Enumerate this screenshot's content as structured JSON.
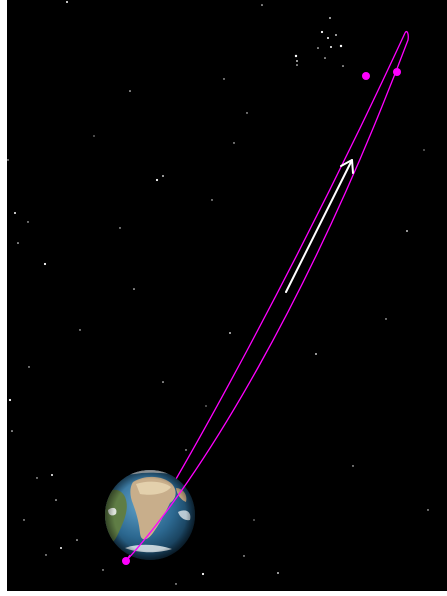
{
  "scene": {
    "background_color": "#000000",
    "border_color": "#ffffff",
    "star_color": "#ffffff"
  },
  "orbit": {
    "line_color": "#ff00ff",
    "marker_color": "#ff00ff",
    "markers": [
      "perigee-marker",
      "apogee-marker-a",
      "apogee-marker-b"
    ]
  },
  "earth": {
    "ocean_color": "#2f6c93",
    "land_color": "#c8ae8b",
    "cloud_color": "#f4f6f7"
  },
  "direction_arrow": {
    "color": "#ffffff",
    "icon": "direction-arrow-icon"
  }
}
